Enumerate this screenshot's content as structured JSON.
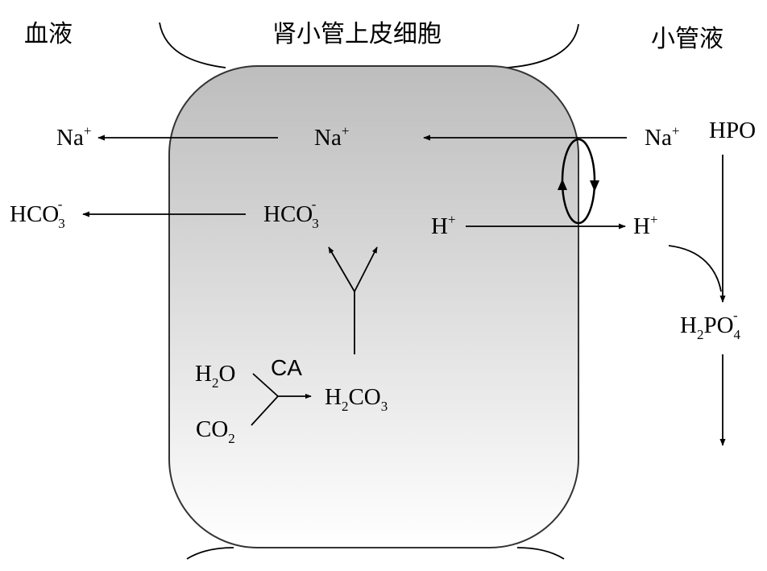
{
  "labels": {
    "blood": "血液",
    "cell": "肾小管上皮细胞",
    "tubular_fluid": "小管液"
  },
  "species": {
    "na": "Na",
    "plus": "+",
    "minus": "-",
    "hco3_main": "HCO",
    "h": "H",
    "hpo_main": "HPO",
    "h2po4_h": "H",
    "h2po4_po": "PO",
    "h2o_h": "H",
    "h2o_o": "O",
    "co2_co": "CO",
    "h2co3_h": "H",
    "h2co3_co": "CO",
    "enzyme": "CA",
    "sub2": "2",
    "sub3": "3",
    "sub4": "4"
  },
  "colors": {
    "cell_fill_top": "#bdbdbd",
    "cell_fill_bottom": "#ffffff",
    "cell_stroke": "#333333",
    "ink": "#000000"
  }
}
